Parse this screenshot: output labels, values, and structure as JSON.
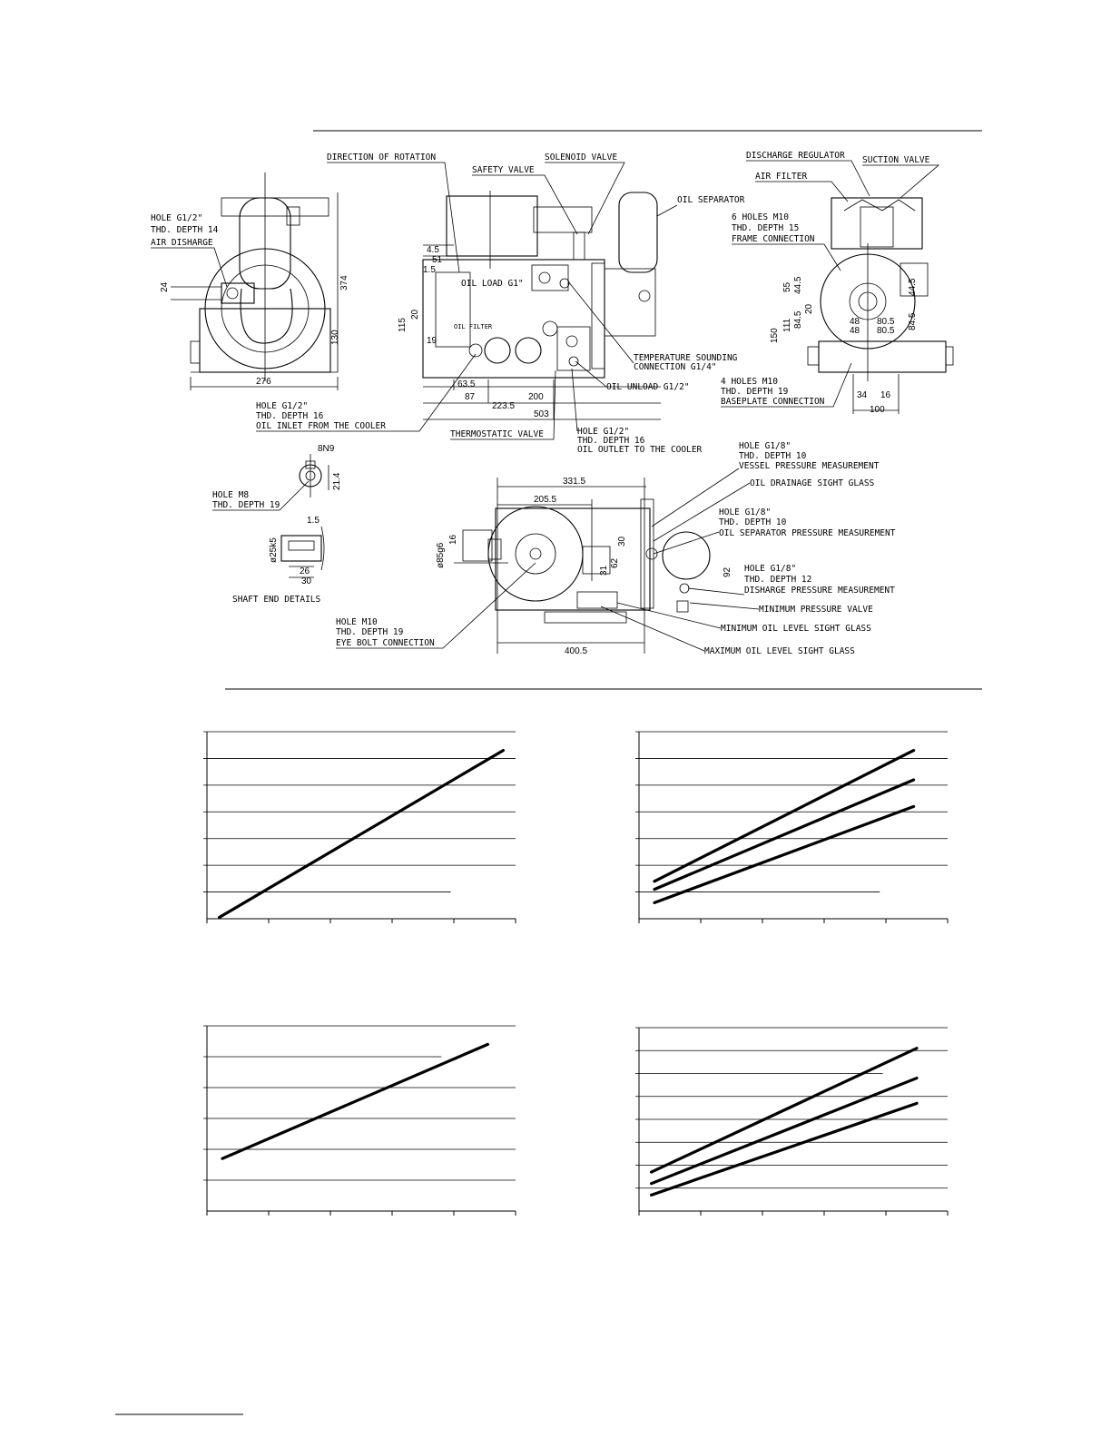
{
  "callouts": {
    "direction_of_rotation": "DIRECTION OF ROTATION",
    "solenoid_valve": "SOLENOID VALVE",
    "safety_valve": "SAFETY VALVE",
    "oil_separator": "OIL SEPARATOR",
    "discharge_regulator": "DISCHARGE REGULATOR",
    "suction_valve": "SUCTION VALVE",
    "air_filter": "AIR FILTER",
    "frame_conn_1": "6 HOLES M10",
    "frame_conn_2": "THD. DEPTH 15",
    "frame_conn_3": "FRAME CONNECTION",
    "air_dis_1": "HOLE G1/2\"",
    "air_dis_2": "THD. DEPTH 14",
    "air_dis_3": "AIR DISHARGE",
    "oil_load": "OIL LOAD G1\"",
    "oil_filter": "OIL FILTER",
    "temp_sound_1": "TEMPERATURE SOUNDING",
    "temp_sound_2": "CONNECTION G1/4\"",
    "oil_unload": "OIL UNLOAD G1/2\"",
    "baseplate_1": "4 HOLES M10",
    "baseplate_2": "THD. DEPTH 19",
    "baseplate_3": "BASEPLATE CONNECTION",
    "oil_inlet_1": "HOLE G1/2\"",
    "oil_inlet_2": "THD. DEPTH 16",
    "oil_inlet_3": "OIL INLET FROM THE COOLER",
    "thermostatic_valve": "THERMOSTATIC VALVE",
    "oil_outlet_1": "HOLE G1/2\"",
    "oil_outlet_2": "THD. DEPTH 16",
    "oil_outlet_3": "OIL OUTLET TO THE COOLER",
    "vessel_1": "HOLE G1/8\"",
    "vessel_2": "THD. DEPTH 10",
    "vessel_3": "VESSEL PRESSURE MEASUREMENT",
    "oil_drain_glass": "OIL DRAINAGE SIGHT GLASS",
    "hole_m8_1": "HOLE M8",
    "hole_m8_2": "THD. DEPTH 19",
    "sep_press_1": "HOLE G1/8\"",
    "sep_press_2": "THD. DEPTH 10",
    "sep_press_3": "OIL SEPARATOR PRESSURE MEASUREMENT",
    "dis_press_1": "HOLE G1/8\"",
    "dis_press_2": "THD. DEPTH 12",
    "dis_press_3": "DISHARGE PRESSURE MEASUREMENT",
    "shaft_end": "SHAFT END DETAILS",
    "min_press_valve": "MINIMUM PRESSURE VALVE",
    "min_oil_glass": "MINIMUM OIL LEVEL SIGHT GLASS",
    "max_oil_glass": "MAXIMUM OIL LEVEL SIGHT GLASS",
    "eye_bolt_1": "HOLE M10",
    "eye_bolt_2": "THD. DEPTH 19",
    "eye_bolt_3": "EYE BOLT CONNECTION"
  },
  "dims": {
    "d374": "374",
    "d130": "130",
    "d276": "276",
    "d24": "24",
    "d4_5": "4.5",
    "d51": "51",
    "d1_5": "1.5",
    "d20": "20",
    "d115": "115",
    "d19": "19",
    "d63_5": "63.5",
    "d87": "87",
    "d223_5": "223.5",
    "d200": "200",
    "d503": "503",
    "d55": "55",
    "d44_5a": "44.5",
    "d20b": "20",
    "d84_5a": "84.5",
    "d111": "111",
    "d150": "150",
    "d48a": "48",
    "d48b": "48",
    "d80_5a": "80.5",
    "d80_5b": "80.5",
    "d44_5b": "44.5",
    "d84_5b": "84.5",
    "d34": "34",
    "d16": "16",
    "d100": "100",
    "d8n9": "8N9",
    "d21_4": "21.4",
    "d1_5b": "1.5",
    "d25k5": "ø25k5",
    "d26": "26",
    "d30": "30",
    "d331_5": "331.5",
    "d205_5": "205.5",
    "d85g6": "ø85g6",
    "d16b": "16",
    "d30b": "30",
    "d31": "31",
    "d62": "62",
    "d92": "92",
    "d400_5": "400.5"
  },
  "chart_data": [
    {
      "type": "line",
      "title": "",
      "xlabel": "",
      "ylabel": "",
      "x": [
        0.2,
        4.8
      ],
      "series": [
        {
          "values": [
            0.05,
            6.3
          ]
        }
      ]
    },
    {
      "type": "line",
      "title": "",
      "xlabel": "",
      "ylabel": "",
      "x": [
        0.25,
        4.45
      ],
      "series": [
        {
          "values": [
            1.4,
            6.3
          ]
        },
        {
          "values": [
            1.1,
            5.2
          ]
        },
        {
          "values": [
            0.6,
            4.2
          ]
        }
      ]
    },
    {
      "type": "line",
      "title": "",
      "xlabel": "",
      "ylabel": "",
      "x": [
        0.25,
        4.55
      ],
      "series": [
        {
          "values": [
            1.7,
            5.4
          ]
        }
      ]
    },
    {
      "type": "line",
      "title": "",
      "xlabel": "",
      "ylabel": "",
      "x": [
        0.2,
        4.5
      ],
      "series": [
        {
          "values": [
            1.7,
            7.1
          ]
        },
        {
          "values": [
            1.2,
            5.8
          ]
        },
        {
          "values": [
            0.7,
            4.7
          ]
        }
      ]
    }
  ]
}
